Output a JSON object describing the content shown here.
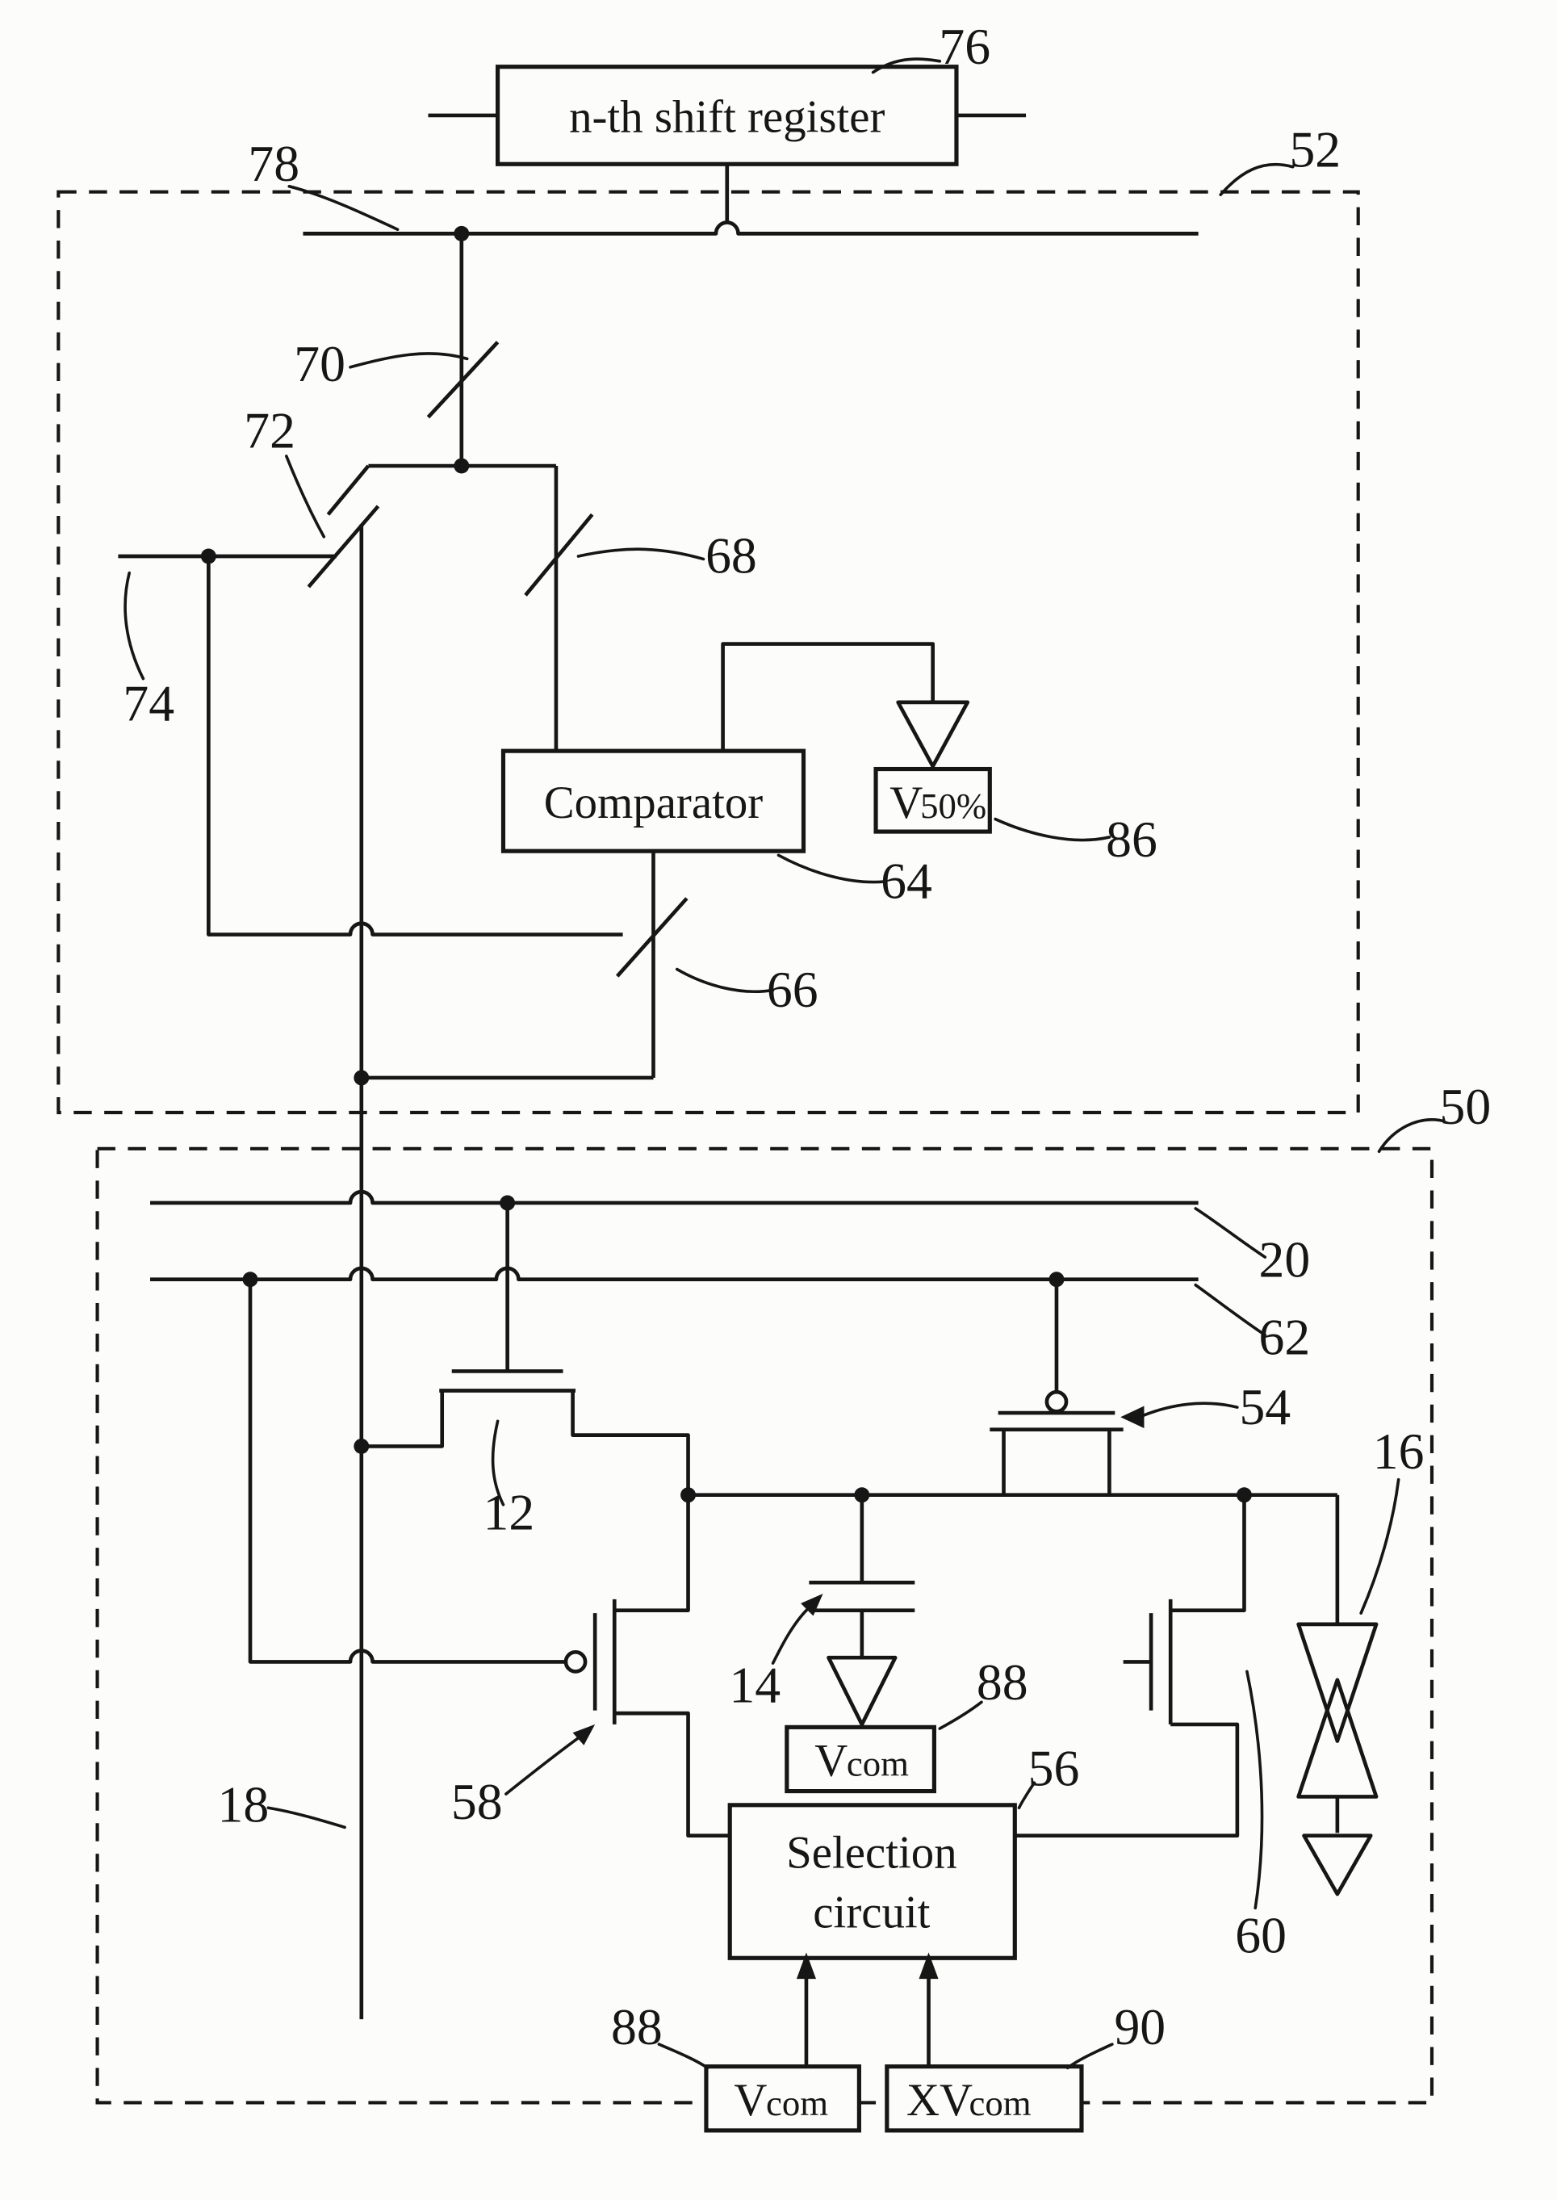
{
  "boxes": {
    "shift_register": "n-th shift register",
    "comparator": "Comparator",
    "v50": {
      "prefix": "V",
      "suffix": "50%"
    },
    "vcom_mid": {
      "prefix": "V",
      "suffix": "com"
    },
    "selection": {
      "line1": "Selection",
      "line2": "circuit"
    },
    "vcom_bottom": {
      "prefix": "V",
      "suffix": "com"
    },
    "xvcom": {
      "prefix": "XV",
      "suffix": "com"
    }
  },
  "refs": {
    "r76": "76",
    "r52": "52",
    "r78": "78",
    "r70": "70",
    "r72": "72",
    "r74": "74",
    "r68": "68",
    "r64": "64",
    "r86": "86",
    "r66": "66",
    "r50": "50",
    "r20": "20",
    "r62": "62",
    "r54": "54",
    "r12": "12",
    "r16": "16",
    "r14": "14",
    "r88_mid": "88",
    "r58": "58",
    "r18": "18",
    "r56": "56",
    "r60": "60",
    "r88_bottom": "88",
    "r90": "90"
  },
  "colors": {
    "ink": "#161616",
    "paper": "#fcfcfa"
  }
}
